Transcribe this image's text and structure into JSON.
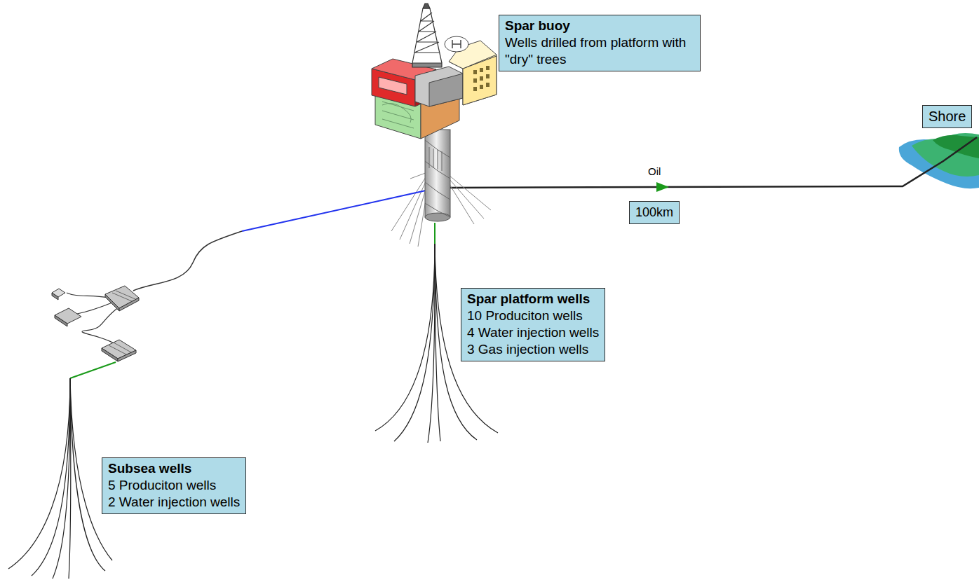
{
  "diagram": {
    "nodes": [
      {
        "text": [
          "Spar buoy",
          "Wells drilled from platform with \"dry\" trees"
        ]
      },
      {
        "text": [
          "Shore"
        ]
      },
      {
        "text": [
          "100km"
        ]
      },
      {
        "text": [
          "Spar platform wells",
          "10 Produciton wells",
          "4 Water injection wells",
          "3 Gas injection wells"
        ]
      },
      {
        "text": [
          "Subsea wells",
          "5 Produciton wells",
          "2 Water injection wells"
        ]
      }
    ],
    "labels": [
      "Oil"
    ]
  }
}
